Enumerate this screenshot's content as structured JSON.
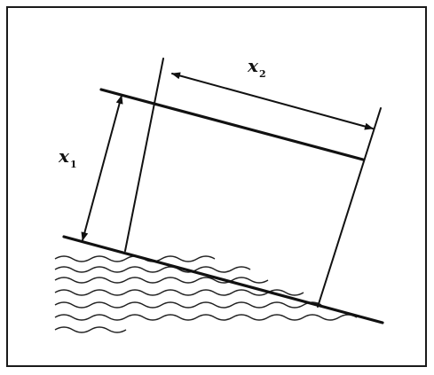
{
  "labels": {
    "x1_main": "x",
    "x1_sub": "1",
    "x2_main": "x",
    "x2_sub": "2"
  },
  "colors": {
    "ink": "#111111",
    "background": "#ffffff"
  }
}
